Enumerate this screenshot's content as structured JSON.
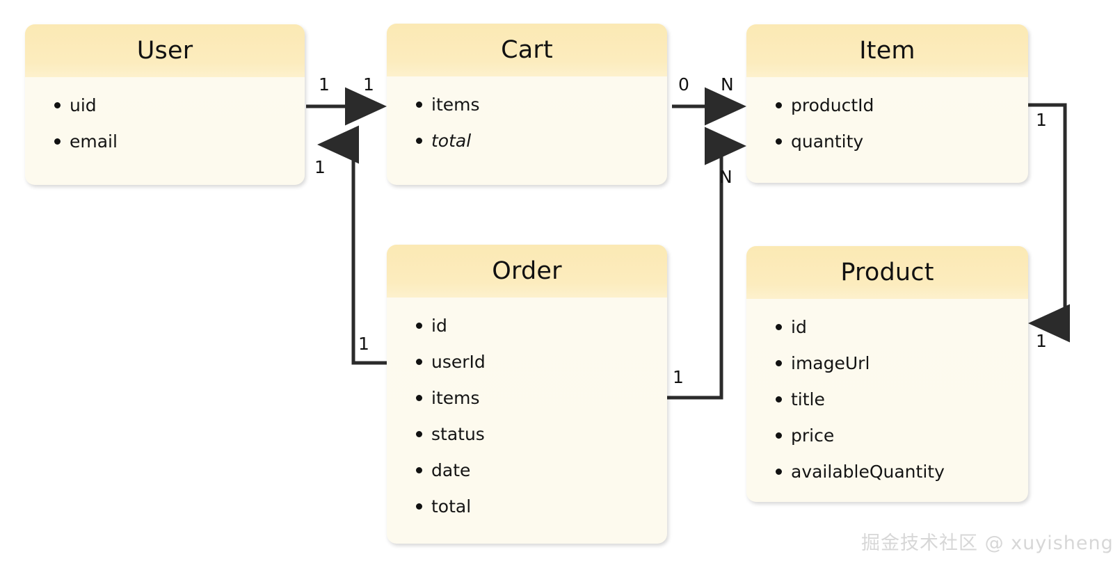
{
  "diagram": {
    "type": "entity-relationship",
    "background_color": "#ffffff",
    "entities": [
      {
        "id": "user",
        "title": "User",
        "attributes": [
          {
            "name": "uid",
            "italic": false
          },
          {
            "name": "email",
            "italic": false
          }
        ]
      },
      {
        "id": "cart",
        "title": "Cart",
        "attributes": [
          {
            "name": "items",
            "italic": false
          },
          {
            "name": "total",
            "italic": true
          }
        ]
      },
      {
        "id": "item",
        "title": "Item",
        "attributes": [
          {
            "name": "productId",
            "italic": false
          },
          {
            "name": "quantity",
            "italic": false
          }
        ]
      },
      {
        "id": "order",
        "title": "Order",
        "attributes": [
          {
            "name": "id",
            "italic": false
          },
          {
            "name": "userId",
            "italic": false
          },
          {
            "name": "items",
            "italic": false
          },
          {
            "name": "status",
            "italic": false
          },
          {
            "name": "date",
            "italic": false
          },
          {
            "name": "total",
            "italic": false
          }
        ]
      },
      {
        "id": "product",
        "title": "Product",
        "attributes": [
          {
            "name": "id",
            "italic": false
          },
          {
            "name": "imageUrl",
            "italic": false
          },
          {
            "name": "title",
            "italic": false
          },
          {
            "name": "price",
            "italic": false
          },
          {
            "name": "availableQuantity",
            "italic": false
          }
        ]
      }
    ],
    "relationships": [
      {
        "id": "user-to-cart",
        "from": "User",
        "to": "Cart",
        "source_cardinality": "1",
        "target_cardinality": "1"
      },
      {
        "id": "cart-to-item",
        "from": "Cart",
        "to": "Item",
        "source_cardinality": "0",
        "target_cardinality": "N"
      },
      {
        "id": "order-to-user",
        "from": "Order",
        "to": "User",
        "source_cardinality": "1",
        "target_cardinality": "1"
      },
      {
        "id": "order-to-item",
        "from": "Order",
        "to": "Item",
        "source_cardinality": "1",
        "target_cardinality": "N"
      },
      {
        "id": "item-to-product",
        "from": "Item",
        "to": "Product",
        "source_cardinality": "1",
        "target_cardinality": "1"
      }
    ],
    "cardinality_labels": {
      "user_cart_source": "1",
      "user_cart_target": "1",
      "cart_item_source": "0",
      "cart_item_target": "N",
      "order_user_target": "1",
      "order_user_source": "1",
      "order_item_target": "N",
      "order_item_source": "1",
      "item_product_source": "1",
      "item_product_target": "1"
    },
    "colors": {
      "header_fill": "#fbeab7",
      "body_fill": "#fdfaee",
      "connector_stroke": "#2b2b2b",
      "text": "#111111",
      "watermark": "#d7d7d7"
    },
    "watermark": "掘金技术社区 @ xuyisheng"
  }
}
